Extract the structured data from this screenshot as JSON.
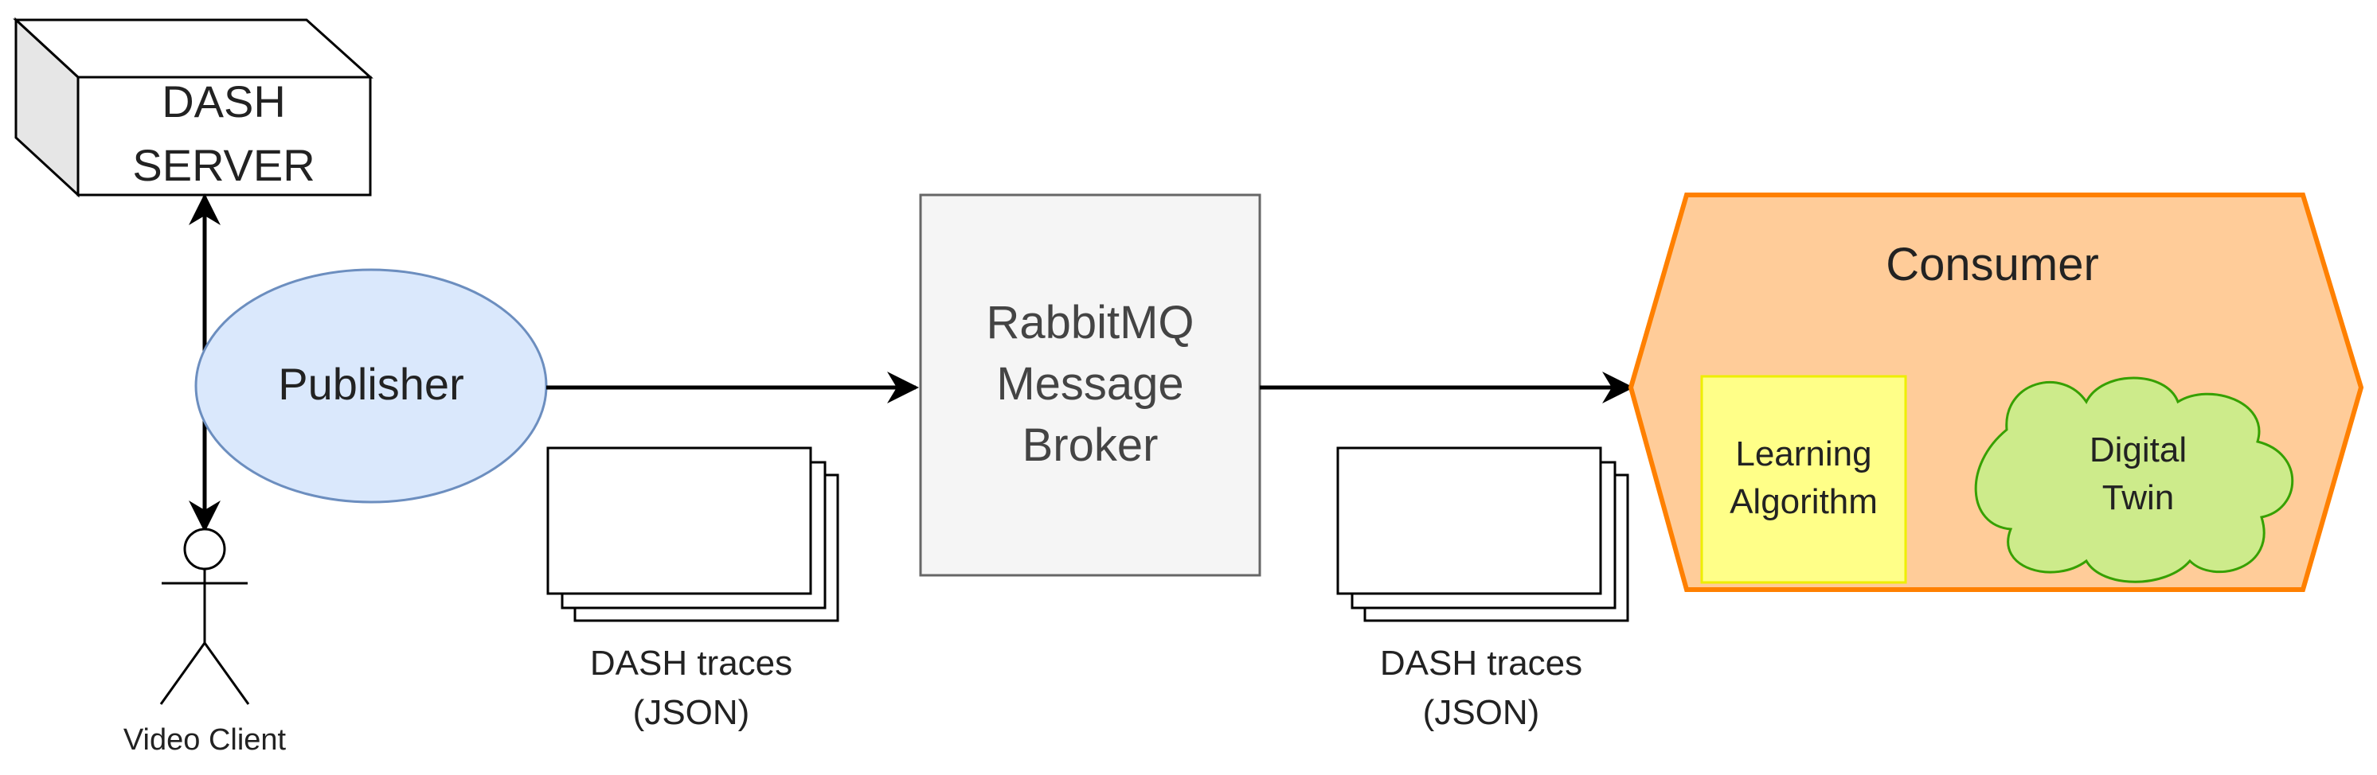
{
  "server": {
    "lines": [
      "DASH",
      "SERVER"
    ]
  },
  "publisher": {
    "label": "Publisher"
  },
  "client": {
    "label": "Video Client"
  },
  "broker": {
    "lines": [
      "RabbitMQ",
      "Message",
      "Broker"
    ]
  },
  "traces_left": {
    "lines": [
      "DASH traces",
      "(JSON)"
    ]
  },
  "traces_right": {
    "lines": [
      "DASH traces",
      "(JSON)"
    ]
  },
  "consumer": {
    "title": "Consumer",
    "algorithm": {
      "lines": [
        "Learning",
        "Algorithm"
      ]
    },
    "twin": {
      "lines": [
        "Digital",
        "Twin"
      ]
    }
  },
  "colors": {
    "publisher_fill": "#dae8fc",
    "publisher_stroke": "#6c8ebf",
    "broker_fill": "#f5f5f5",
    "broker_stroke": "#666666",
    "consumer_fill": "#ffcc99",
    "consumer_stroke": "#ff8000",
    "algorithm_fill": "#ffff88",
    "algorithm_stroke": "#eeee00",
    "twin_fill": "#cdeb8b",
    "twin_stroke": "#36a000",
    "server_side_fill": "#e6e6e6"
  },
  "icons": {
    "server": "cube-3d-box",
    "client": "stick-figure-actor",
    "traces": "stacked-documents"
  }
}
